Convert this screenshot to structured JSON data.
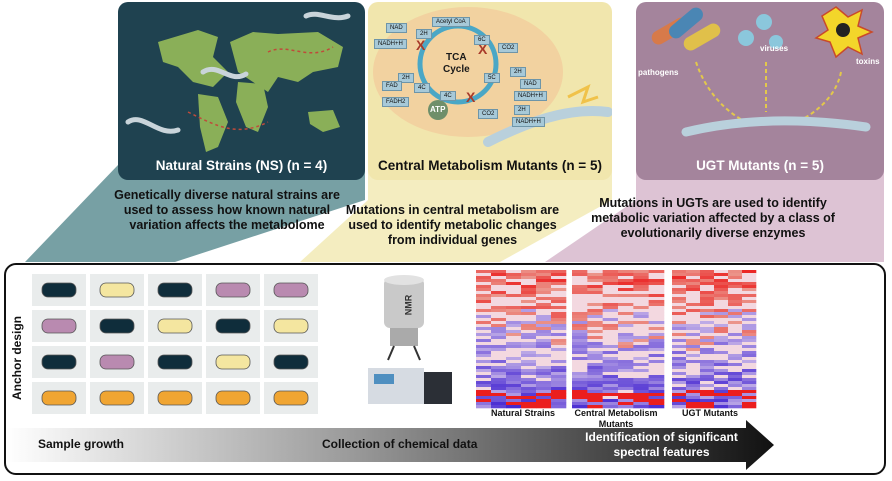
{
  "panels": {
    "ns": {
      "label": "Natural Strains (NS) (n = 4)",
      "bg": "#1f4250"
    },
    "cmm": {
      "label": "Central Metabolism Mutants (n = 5)",
      "bg": "#f1e6ad",
      "tca": "TCA Cycle",
      "atp": "ATP",
      "chips": [
        "NAD",
        "2H",
        "Acetyl CoA",
        "NADH+H",
        "6C",
        "CO2",
        "5C",
        "2H",
        "NAD",
        "4C",
        "2H",
        "FAD",
        "4C",
        "NADH+H",
        "FADH2",
        "CO2",
        "2H",
        "NADH+H"
      ]
    },
    "ugt": {
      "label": "UGT Mutants (n = 5)",
      "bg": "#a4849c",
      "pathogens": "pathogens",
      "viruses": "viruses",
      "toxins": "toxins"
    }
  },
  "descriptions": {
    "ns": "Genetically diverse natural strains are used to assess how known natural variation affects the metabolome",
    "cmm": "Mutations in central metabolism are used to identify metabolic changes from individual genes",
    "ugt": "Mutations in UGTs are used to identify metabolic variation affected by a class of evolutionarily diverse enzymes"
  },
  "bottom": {
    "anchor_design": "Anchor design",
    "nmr": "NMR",
    "heatmap_labels": [
      "Natural Strains",
      "Central Metabolism Mutants",
      "UGT Mutants"
    ],
    "arrow": {
      "step1": "Sample growth",
      "step2": "Collection of chemical data",
      "step3": "Identification of significant spectral features"
    },
    "plate_grid": [
      [
        "navy",
        "yellow",
        "navy",
        "pink",
        "pink"
      ],
      [
        "pink",
        "navy",
        "yellow",
        "navy",
        "yellow"
      ],
      [
        "navy",
        "pink",
        "navy",
        "yellow",
        "navy"
      ],
      [
        "orange",
        "orange",
        "orange",
        "orange",
        "orange"
      ]
    ],
    "plate_colors": {
      "navy": "#0f2d3b",
      "yellow": "#f4e6a0",
      "pink": "#b98ab0",
      "orange": "#f0a532"
    }
  }
}
